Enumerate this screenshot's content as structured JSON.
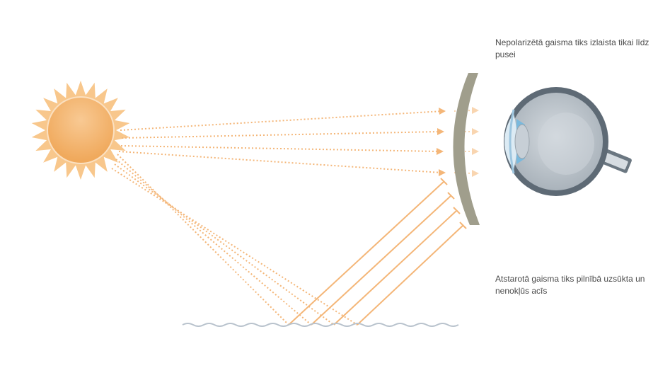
{
  "captions": {
    "unpolarized": "Nepolarizētā gaisma tiks izlaista tikai līdz pusei",
    "reflected": "Atstarotā gaisma tiks pilnībā uzsūkta un nenokļūs acīs"
  },
  "colors": {
    "sun_fill": "#f5b56e",
    "sun_ray": "#f8c78c",
    "light_ray": "#f4b678",
    "light_ray_faded": "#f9d5b0",
    "lens": "#a09e8c",
    "water": "#b9c3cd",
    "eye_outer": "#5e6a75",
    "eye_inner": "#c4ccd3",
    "cornea": "#dcebf4",
    "iris": "#79b9dd"
  },
  "icons": {
    "sun": "sun-icon",
    "eye": "eye-icon",
    "lens": "polarized-lens",
    "water": "water-surface"
  }
}
